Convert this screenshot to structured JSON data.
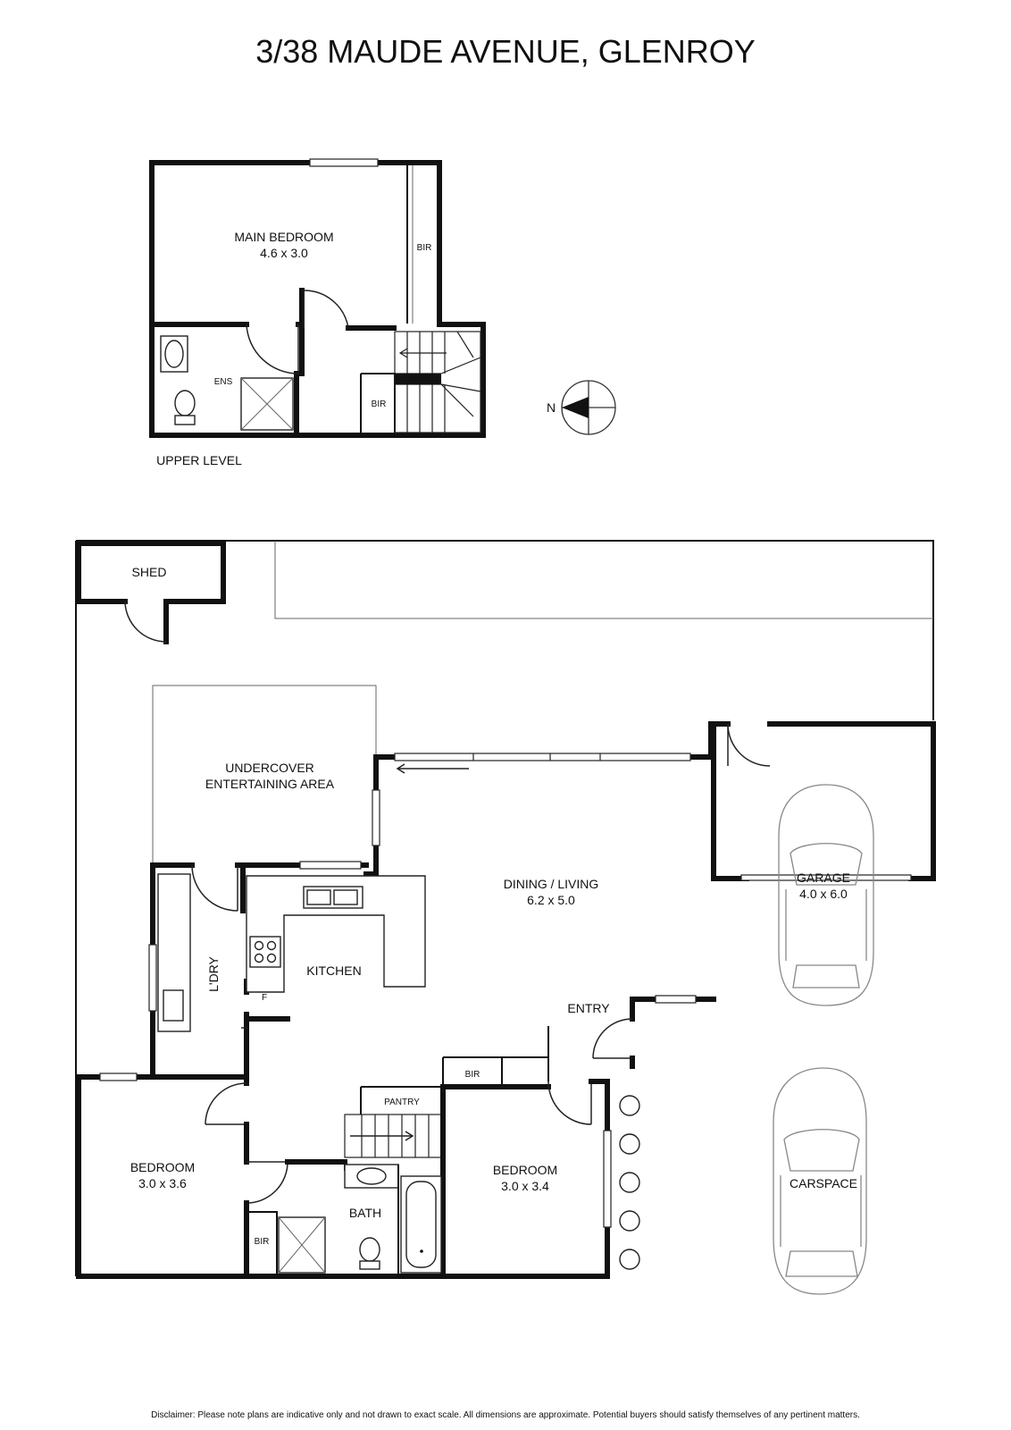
{
  "title": "3/38 MAUDE AVENUE, GLENROY",
  "upper_level": {
    "label": "UPPER LEVEL",
    "rooms": {
      "main_bedroom": {
        "name": "MAIN BEDROOM",
        "size": "4.6 x 3.0"
      },
      "bir_main": "BIR",
      "ensuite": "ENS",
      "bir_stair": "BIR"
    }
  },
  "compass": {
    "north": "N"
  },
  "ground_level": {
    "shed": "SHED",
    "undercover": {
      "line1": "UNDERCOVER",
      "line2": "ENTERTAINING AREA"
    },
    "dining_living": {
      "name": "DINING / LIVING",
      "size": "6.2 x 5.0"
    },
    "garage": {
      "name": "GARAGE",
      "size": "4.0 x 6.0"
    },
    "kitchen": "KITCHEN",
    "fridge": "F",
    "laundry": "L'DRY",
    "entry": "ENTRY",
    "bir_entry": "BIR",
    "pantry": "PANTRY",
    "bedroom_left": {
      "name": "BEDROOM",
      "size": "3.0 x 3.6"
    },
    "bedroom_right": {
      "name": "BEDROOM",
      "size": "3.0 x 3.4"
    },
    "bath": "BATH",
    "bir_bath": "BIR",
    "carspace": "CARSPACE"
  },
  "disclaimer": "Disclaimer: Please note plans are indicative only and not drawn to exact scale. All dimensions are approximate. Potential buyers should satisfy themselves of any pertinent matters."
}
